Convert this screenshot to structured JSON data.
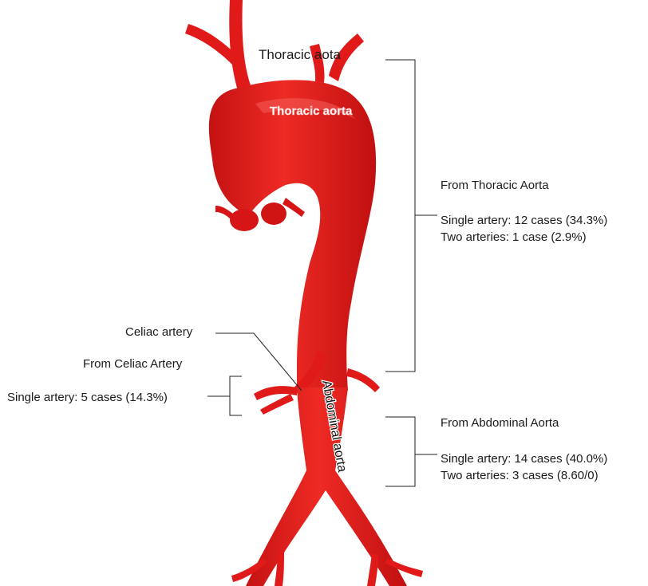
{
  "diagram": {
    "colors": {
      "vessel": "#e31b1b",
      "vessel_dark": "#b81010",
      "vessel_highlight": "#f25a55",
      "line": "#222222"
    },
    "labels": {
      "top_label": "Thoracic aota",
      "arch_label": "Thoracic aorta",
      "celiac_label": "Celiac artery",
      "abdominal_label": "Abdominal aorta"
    },
    "groups": {
      "thoracic": {
        "heading": "From Thoracic Aorta",
        "line1": "Single artery: 12 cases (34.3%)",
        "line2": "Two arteries: 1 case (2.9%)"
      },
      "celiac": {
        "heading": "From Celiac Artery",
        "line1": "Single artery: 5 cases (14.3%)"
      },
      "abdominal": {
        "heading": "From Abdominal Aorta",
        "line1": "Single artery: 14 cases (40.0%)",
        "line2": "Two arteries: 3 cases (8.60/0)"
      }
    }
  }
}
